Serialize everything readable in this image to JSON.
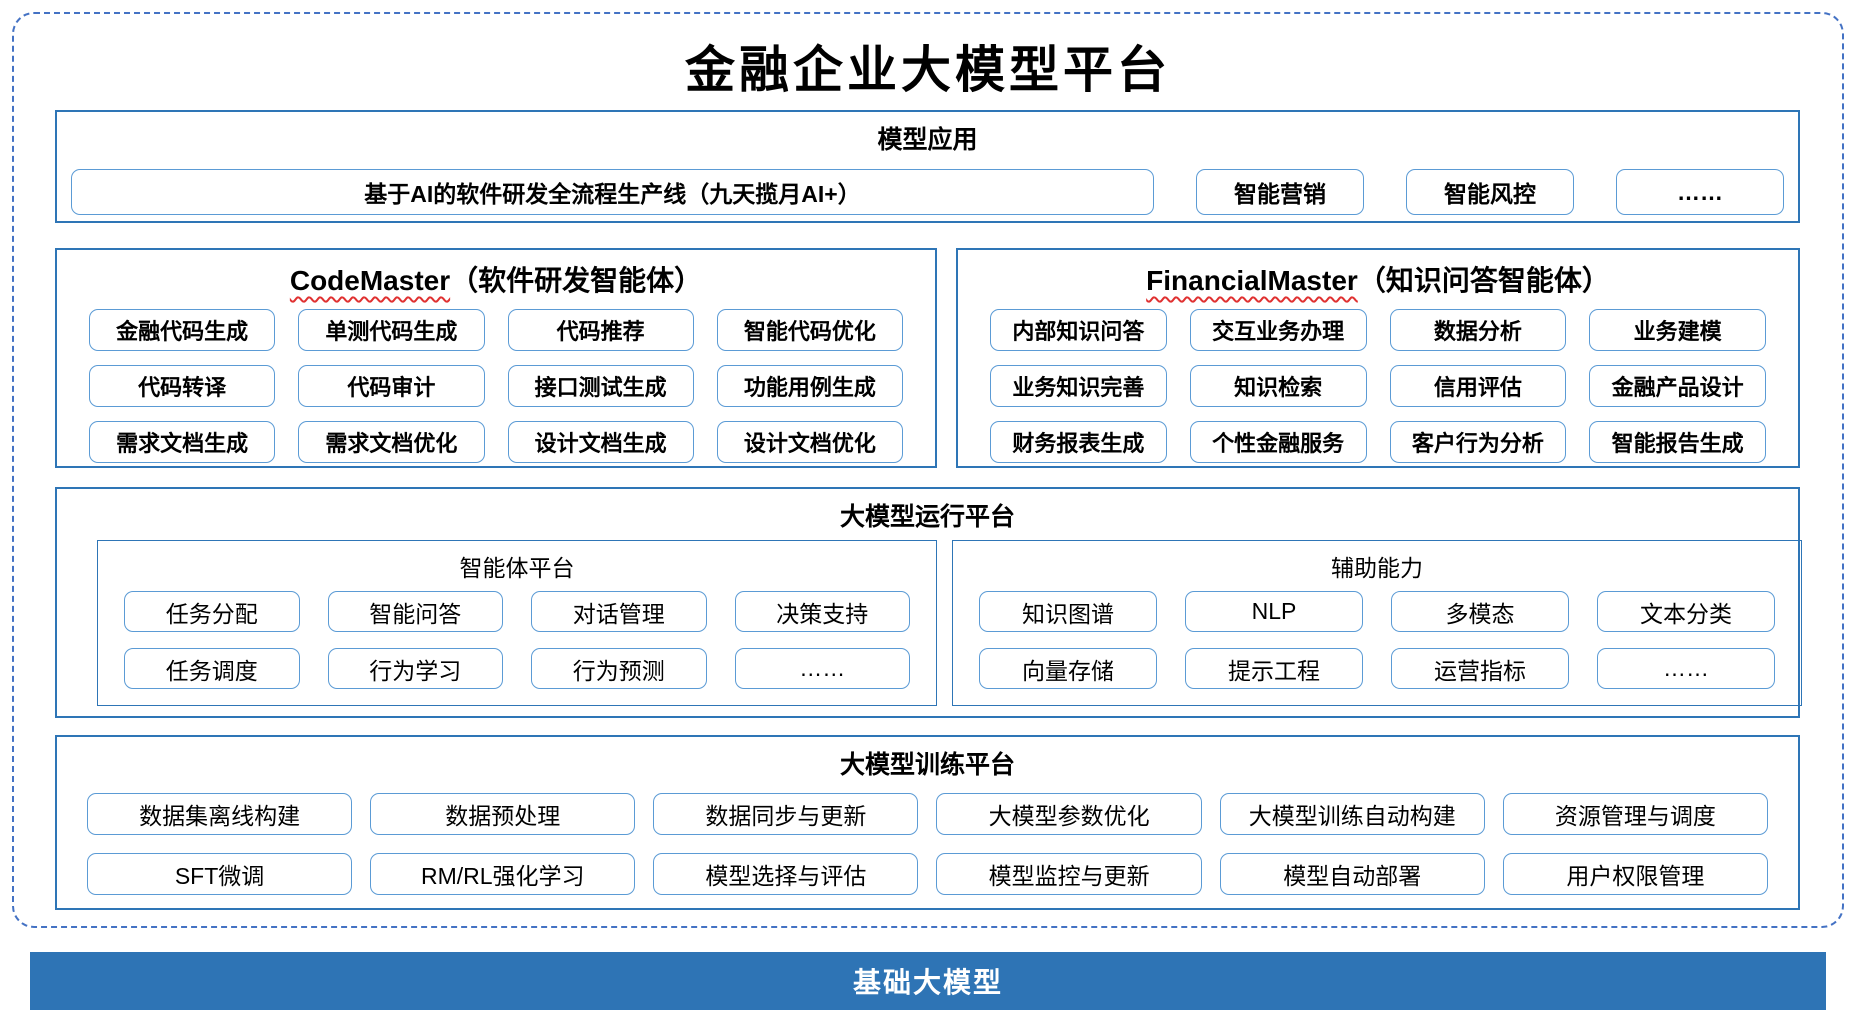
{
  "title": "金融企业大模型平台",
  "colors": {
    "section_border": "#2E75B6",
    "item_border": "#5B9BD5",
    "frame_dashed": "#4472C4",
    "wavy_underline": "#E03131",
    "base_bar_bg": "#2E74B5",
    "base_bar_text": "#FFFFFF",
    "text": "#000000"
  },
  "sections": {
    "model_app": {
      "header": "模型应用",
      "main_item": "基于AI的软件研发全流程生产线（九天揽月AI+）",
      "items": [
        "智能营销",
        "智能风控",
        "……"
      ]
    },
    "code_master": {
      "name": "CodeMaster",
      "subtitle": "（软件研发智能体）",
      "items": [
        "金融代码生成",
        "单测代码生成",
        "代码推荐",
        "智能代码优化",
        "代码转译",
        "代码审计",
        "接口测试生成",
        "功能用例生成",
        "需求文档生成",
        "需求文档优化",
        "设计文档生成",
        "设计文档优化"
      ]
    },
    "financial_master": {
      "name": "FinancialMaster",
      "subtitle": "（知识问答智能体）",
      "items": [
        "内部知识问答",
        "交互业务办理",
        "数据分析",
        "业务建模",
        "业务知识完善",
        "知识检索",
        "信用评估",
        "金融产品设计",
        "财务报表生成",
        "个性金融服务",
        "客户行为分析",
        "智能报告生成"
      ]
    },
    "runtime": {
      "header": "大模型运行平台",
      "agent_platform": {
        "title": "智能体平台",
        "items": [
          "任务分配",
          "智能问答",
          "对话管理",
          "决策支持",
          "任务调度",
          "行为学习",
          "行为预测",
          "……"
        ]
      },
      "aux_ability": {
        "title": "辅助能力",
        "items": [
          "知识图谱",
          "NLP",
          "多模态",
          "文本分类",
          "向量存储",
          "提示工程",
          "运营指标",
          "……"
        ]
      }
    },
    "training": {
      "header": "大模型训练平台",
      "items": [
        "数据集离线构建",
        "数据预处理",
        "数据同步与更新",
        "大模型参数优化",
        "大模型训练自动构建",
        "资源管理与调度",
        "SFT微调",
        "RM/RL强化学习",
        "模型选择与评估",
        "模型监控与更新",
        "模型自动部署",
        "用户权限管理"
      ]
    },
    "base_model": {
      "label": "基础大模型"
    }
  }
}
